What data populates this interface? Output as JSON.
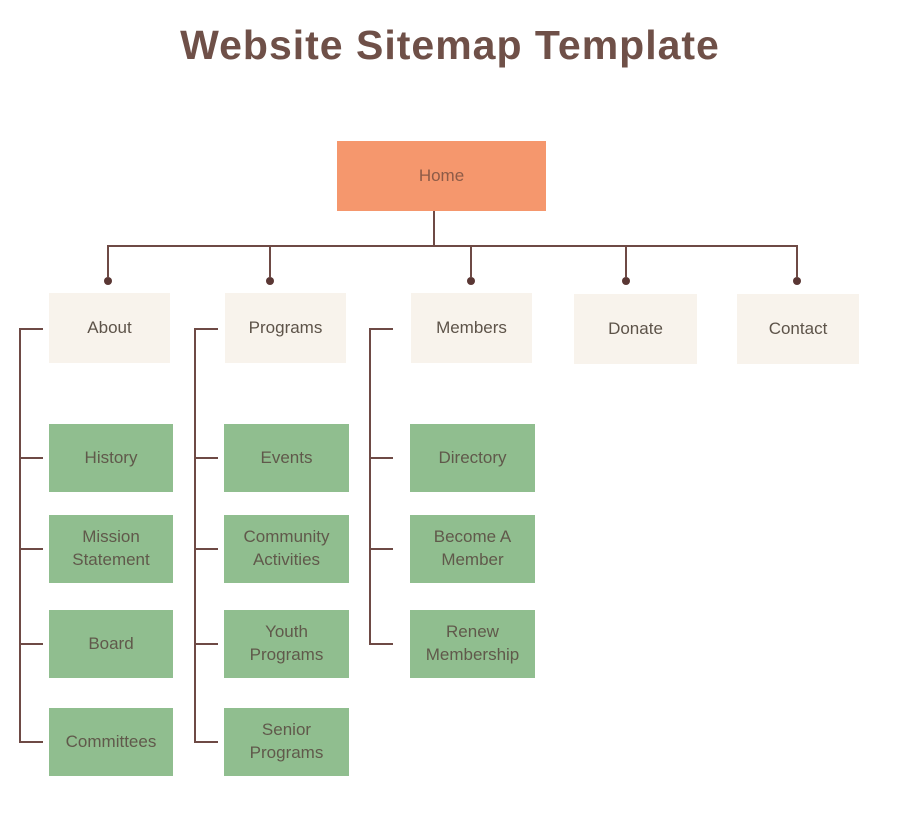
{
  "title": "Website Sitemap Template",
  "colors": {
    "background": "#ffffff",
    "title-text": "#6F5048",
    "root-fill": "#F5976D",
    "root-text": "#8D5B47",
    "section-fill": "#F8F3EC",
    "section-text": "#5D5349",
    "leaf-fill": "#90BE8F",
    "leaf-text": "#60594B",
    "connector": "#6E4A45",
    "junction-dot": "#5A3734"
  },
  "sitemap": {
    "root": {
      "label": "Home"
    },
    "sections": [
      {
        "label": "About",
        "children": [
          "History",
          "Mission Statement",
          "Board",
          "Committees"
        ]
      },
      {
        "label": "Programs",
        "children": [
          "Events",
          "Community Activities",
          "Youth Programs",
          "Senior Programs"
        ]
      },
      {
        "label": "Members",
        "children": [
          "Directory",
          "Become A Member",
          "Renew Membership"
        ]
      },
      {
        "label": "Donate",
        "children": []
      },
      {
        "label": "Contact",
        "children": []
      }
    ]
  }
}
